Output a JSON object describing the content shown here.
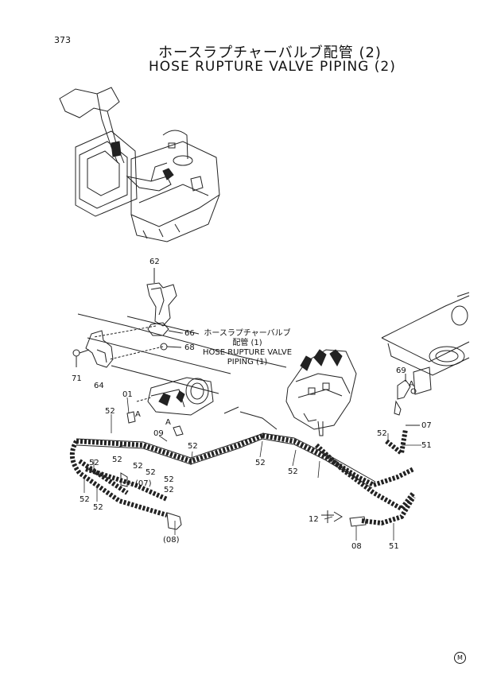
{
  "page_number": "373",
  "title_jp": "ホースラプチャーバルブ配管 (2)",
  "title_en": "HOSE RUPTURE VALVE PIPING (2)",
  "note": {
    "line1": "ホースラプチャーバルブ",
    "line2": "配管 (1)",
    "line3": "HOSE RUPTURE VALVE",
    "line4": "PIPING (1)"
  },
  "part_labels": [
    "62",
    "66",
    "68",
    "71",
    "64",
    "01",
    "A",
    "52",
    "09",
    "A",
    "52",
    "52",
    "52",
    "52",
    "52",
    "52",
    "(07)",
    "52",
    "52",
    "52",
    "52",
    "52",
    "(08)",
    "69",
    "A",
    "07",
    "52",
    "51",
    "12",
    "08",
    "51"
  ],
  "logo_text": "M"
}
